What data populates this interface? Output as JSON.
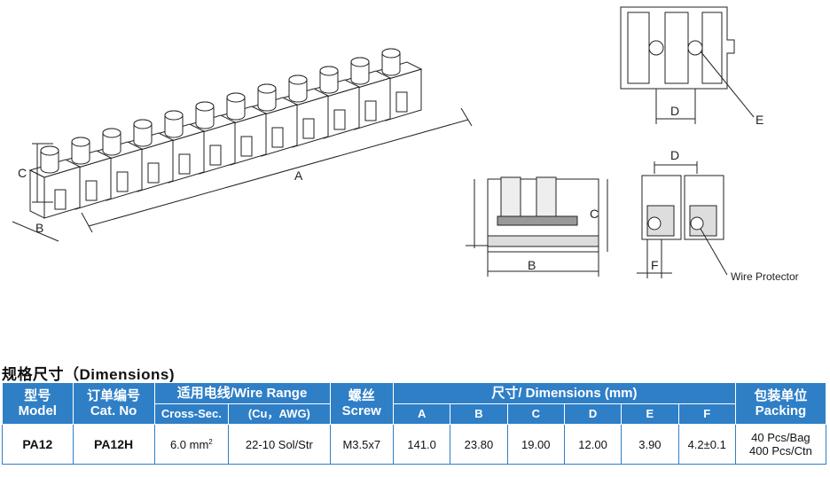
{
  "diagram_labels": {
    "iso_A": "A",
    "iso_B": "B",
    "iso_C": "C",
    "top_D": "D",
    "top_E": "E",
    "side_B": "B",
    "side_C": "C",
    "front_D": "D",
    "front_F": "F",
    "wire_protector": "Wire Protector"
  },
  "section_title": "规格尺寸（Dimensions)",
  "table": {
    "h_model_cn": "型号",
    "h_model_en": "Model",
    "h_cat_cn": "订单编号",
    "h_cat_en": "Cat. No",
    "h_wire": "适用电线/Wire Range",
    "h_cross": "Cross-Sec.",
    "h_awg": "(Cu，AWG)",
    "h_screw_cn": "螺丝",
    "h_screw_en": "Screw",
    "h_dim": "尺寸/ Dimensions (mm)",
    "h_A": "A",
    "h_B": "B",
    "h_C": "C",
    "h_D": "D",
    "h_E": "E",
    "h_F": "F",
    "h_pack_cn": "包装单位",
    "h_pack_en": "Packing",
    "row": {
      "model": "PA12",
      "cat": "PA12H",
      "cross": "6.0 mm",
      "cross_sup": "2",
      "awg": "22-10 Sol/Str",
      "screw": "M3.5x7",
      "A": "141.0",
      "B": "23.80",
      "C": "19.00",
      "D": "12.00",
      "E": "3.90",
      "F": "4.2±0.1",
      "pack1": "40 Pcs/Bag",
      "pack2": "400 Pcs/Ctn"
    }
  }
}
